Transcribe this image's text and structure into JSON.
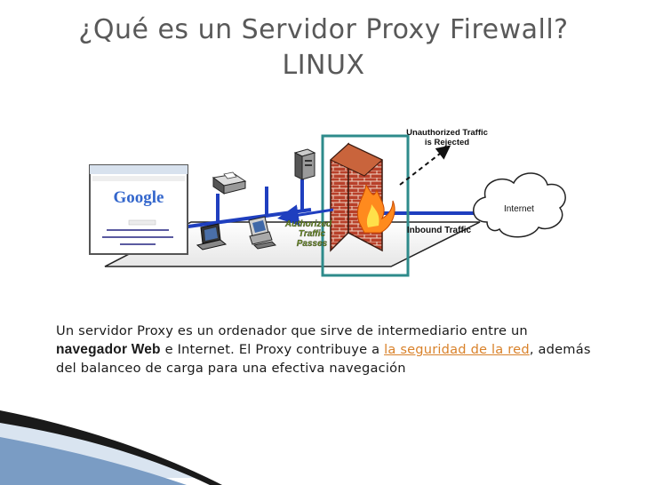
{
  "slide": {
    "title_line1": "¿Qué es un Servidor Proxy Firewall?",
    "title_line2": "LINUX"
  },
  "diagram": {
    "unauthorized_line1": "Unauthorized Traffic",
    "unauthorized_line2": "is Rejected",
    "authorized_line1": "Authorized",
    "authorized_line2": "Traffic",
    "authorized_line3": "Passes",
    "inbound": "Inbound Traffic",
    "internet": "Internet",
    "google_logo": "Google",
    "colors": {
      "network_line": "#1f3fbf",
      "brick": "#b8402a",
      "highlight_frame": "#2e8b8b",
      "authorized_text": "#6b8e23"
    }
  },
  "description": {
    "part1": "Un servidor Proxy es un ordenador que sirve de intermediario entre un ",
    "bold": "navegador Web",
    "part2": " e Internet. El Proxy contribuye a ",
    "link": "la seguridad de la red",
    "part3": ", además del balanceo de carga para una efectiva navegación"
  }
}
